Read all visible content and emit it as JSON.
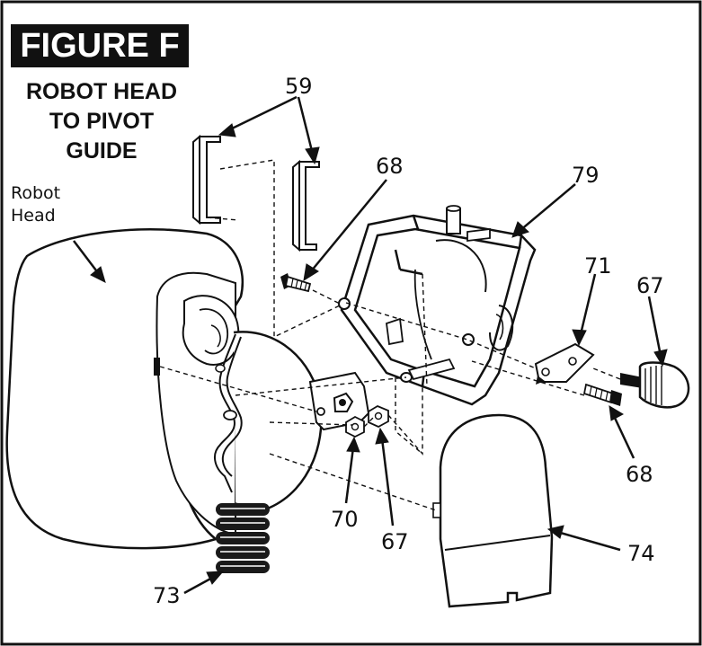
{
  "figure": {
    "tag": "FIGURE F",
    "title_lines": [
      "ROBOT HEAD",
      "TO PIVOT",
      "GUIDE"
    ]
  },
  "labels": {
    "robot_head_line1": "Robot",
    "robot_head_line2": "Head",
    "p59": "59",
    "p68_top": "68",
    "p79": "79",
    "p71": "71",
    "p67_right": "67",
    "p68_right": "68",
    "p70": "70",
    "p67_bottom": "67",
    "p74": "74",
    "p73": "73"
  },
  "colors": {
    "ink": "#111111",
    "paper": "#ffffff",
    "spring": "#1a1a1a"
  }
}
